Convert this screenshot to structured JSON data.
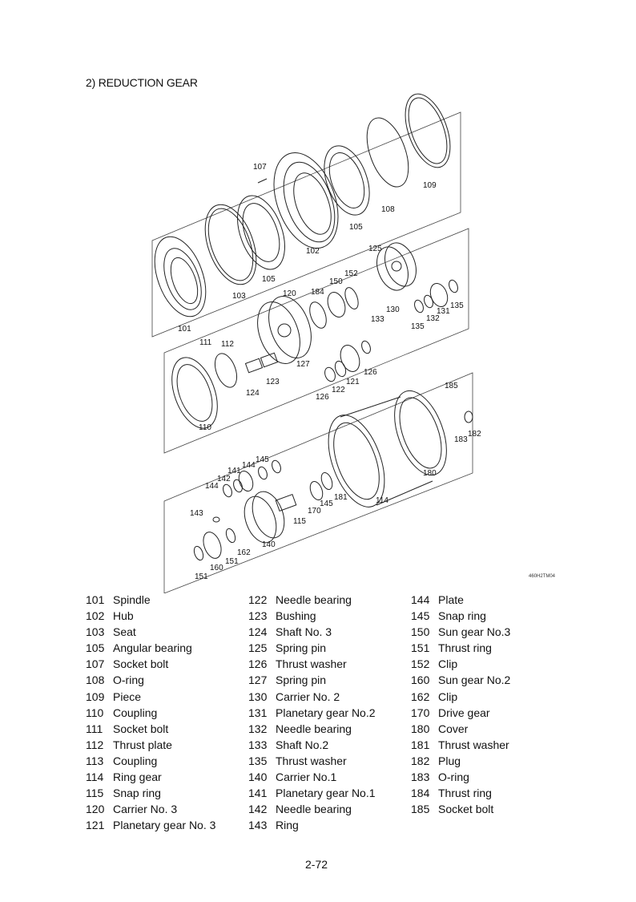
{
  "title": "2) REDUCTION GEAR",
  "figure_code": "460H2TM04",
  "page_number": "2-72",
  "diagram_labels": {
    "l101": "101",
    "l102": "102",
    "l103": "103",
    "l105a": "105",
    "l105b": "105",
    "l107": "107",
    "l108": "108",
    "l109": "109",
    "l110": "110",
    "l111": "111",
    "l112": "112",
    "l114": "114",
    "l115": "115",
    "l120": "120",
    "l121": "121",
    "l122": "122",
    "l123": "123",
    "l124": "124",
    "l125": "125",
    "l126a": "126",
    "l126b": "126",
    "l127": "127",
    "l130": "130",
    "l131": "131",
    "l132": "132",
    "l133": "133",
    "l135a": "135",
    "l135b": "135",
    "l140": "140",
    "l141": "141",
    "l142": "142",
    "l143": "143",
    "l144a": "144",
    "l144b": "144",
    "l145a": "145",
    "l145b": "145",
    "l150": "150",
    "l151a": "151",
    "l151b": "151",
    "l152": "152",
    "l160": "160",
    "l162": "162",
    "l170": "170",
    "l180": "180",
    "l181": "181",
    "l182": "182",
    "l183": "183",
    "l184": "184",
    "l185": "185"
  },
  "parts": [
    [
      {
        "no": "101",
        "name": "Spindle"
      },
      {
        "no": "102",
        "name": "Hub"
      },
      {
        "no": "103",
        "name": "Seat"
      },
      {
        "no": "105",
        "name": "Angular bearing"
      },
      {
        "no": "107",
        "name": "Socket bolt"
      },
      {
        "no": "108",
        "name": "O-ring"
      },
      {
        "no": "109",
        "name": "Piece"
      },
      {
        "no": "110",
        "name": "Coupling"
      },
      {
        "no": "111",
        "name": "Socket bolt"
      },
      {
        "no": "112",
        "name": "Thrust plate"
      },
      {
        "no": "113",
        "name": "Coupling"
      },
      {
        "no": "114",
        "name": "Ring gear"
      },
      {
        "no": "115",
        "name": "Snap ring"
      },
      {
        "no": "120",
        "name": "Carrier No. 3"
      },
      {
        "no": "121",
        "name": "Planetary gear No. 3"
      }
    ],
    [
      {
        "no": "122",
        "name": "Needle bearing"
      },
      {
        "no": "123",
        "name": "Bushing"
      },
      {
        "no": "124",
        "name": "Shaft No. 3"
      },
      {
        "no": "125",
        "name": "Spring pin"
      },
      {
        "no": "126",
        "name": "Thrust washer"
      },
      {
        "no": "127",
        "name": "Spring pin"
      },
      {
        "no": "130",
        "name": "Carrier No. 2"
      },
      {
        "no": "131",
        "name": "Planetary gear No.2"
      },
      {
        "no": "132",
        "name": "Needle bearing"
      },
      {
        "no": "133",
        "name": "Shaft No.2"
      },
      {
        "no": "135",
        "name": "Thrust washer"
      },
      {
        "no": "140",
        "name": "Carrier No.1"
      },
      {
        "no": "141",
        "name": "Planetary gear No.1"
      },
      {
        "no": "142",
        "name": "Needle bearing"
      },
      {
        "no": "143",
        "name": "Ring"
      }
    ],
    [
      {
        "no": "144",
        "name": "Plate"
      },
      {
        "no": "145",
        "name": "Snap ring"
      },
      {
        "no": "150",
        "name": "Sun gear No.3"
      },
      {
        "no": "151",
        "name": "Thrust ring"
      },
      {
        "no": "152",
        "name": "Clip"
      },
      {
        "no": "160",
        "name": "Sun gear No.2"
      },
      {
        "no": "162",
        "name": "Clip"
      },
      {
        "no": "170",
        "name": "Drive gear"
      },
      {
        "no": "180",
        "name": "Cover"
      },
      {
        "no": "181",
        "name": "Thrust washer"
      },
      {
        "no": "182",
        "name": "Plug"
      },
      {
        "no": "183",
        "name": "O-ring"
      },
      {
        "no": "184",
        "name": "Thrust ring"
      },
      {
        "no": "185",
        "name": "Socket bolt"
      }
    ]
  ]
}
